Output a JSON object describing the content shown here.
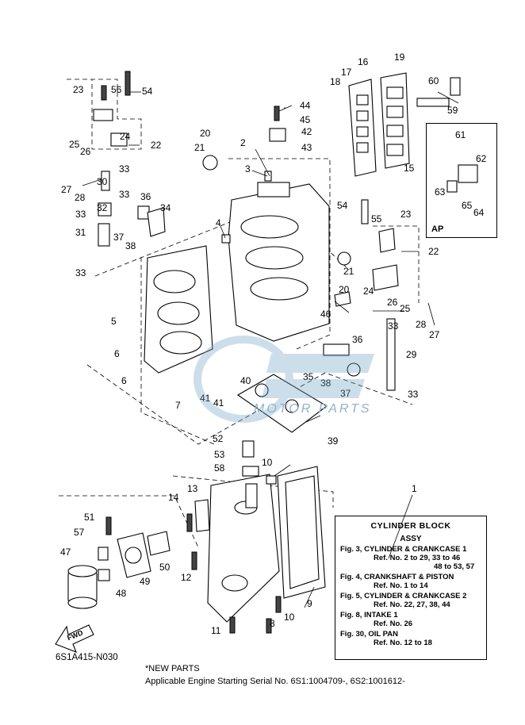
{
  "callouts": [
    "1",
    "2",
    "3",
    "4",
    "5",
    "6",
    "6",
    "7",
    "8",
    "9",
    "10",
    "10",
    "11",
    "12",
    "13",
    "14",
    "15",
    "16",
    "17",
    "18",
    "19",
    "20",
    "20",
    "21",
    "21",
    "22",
    "22",
    "23",
    "23",
    "24",
    "24",
    "25",
    "25",
    "26",
    "26",
    "27",
    "27",
    "28",
    "28",
    "29",
    "30",
    "31",
    "32",
    "33",
    "33",
    "33",
    "33",
    "33",
    "33",
    "34",
    "35",
    "36",
    "36",
    "37",
    "37",
    "38",
    "38",
    "39",
    "40",
    "41",
    "41",
    "42",
    "43",
    "44",
    "45",
    "46",
    "47",
    "48",
    "49",
    "50",
    "51",
    "52",
    "53",
    "54",
    "54",
    "55",
    "56",
    "57",
    "58",
    "59",
    "60",
    "61",
    "62",
    "63",
    "64",
    "65"
  ],
  "ap_box": {
    "label": "AP"
  },
  "reference": {
    "title": "CYLINDER BLOCK",
    "subtitle": "ASSY",
    "lines": [
      {
        "fig": "Fig. 3, CYLINDER & CRANKCASE 1",
        "refs": [
          "Ref. No. 2 to 29, 33 to 46",
          "48 to 53, 57"
        ]
      },
      {
        "fig": "Fig. 4, CRANKSHAFT & PISTON",
        "refs": [
          "Ref. No. 1 to 14"
        ]
      },
      {
        "fig": "Fig. 5, CYLINDER & CRANKCASE 2",
        "refs": [
          "Ref. No. 22, 27, 38, 44"
        ]
      },
      {
        "fig": "Fig. 8, INTAKE 1",
        "refs": [
          "Ref. No. 26"
        ]
      },
      {
        "fig": "Fig. 30, OIL PAN",
        "refs": [
          "Ref. No. 12 to 18"
        ]
      }
    ]
  },
  "diagram_code": "6S1A415-N030",
  "new_parts_note": "*NEW PARTS",
  "serial_note": "Applicable Engine Starting Serial No. 6S1:1004709-, 6S2:1001612-",
  "fwd_label": "FWD",
  "watermark": {
    "text": "MOTOR PARTS"
  }
}
